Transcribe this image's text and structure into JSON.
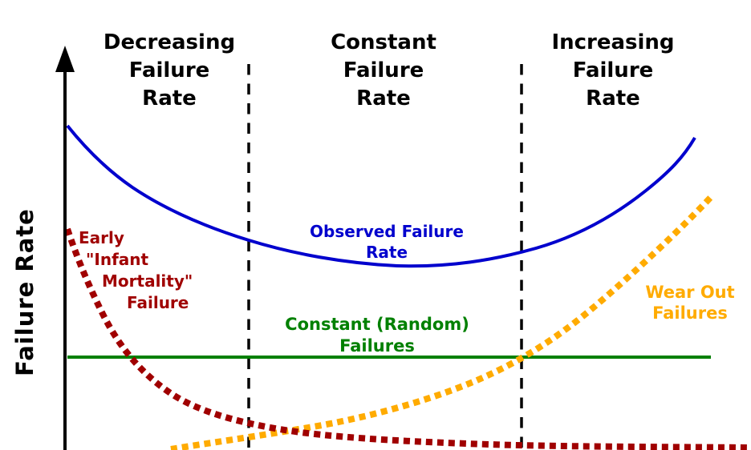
{
  "figure": {
    "y_axis_label": "Failure Rate",
    "regions": [
      {
        "lines": [
          "Decreasing",
          "Failure",
          "Rate"
        ]
      },
      {
        "lines": [
          "Constant",
          "Failure",
          "Rate"
        ]
      },
      {
        "lines": [
          "Increasing",
          "Failure",
          "Rate"
        ]
      }
    ],
    "labels": {
      "observed": {
        "lines": [
          "Observed Failure",
          "Rate"
        ]
      },
      "early": {
        "lines": [
          "Early",
          "\"Infant",
          "Mortality\"",
          "Failure"
        ]
      },
      "constant": {
        "lines": [
          "Constant (Random)",
          "Failures"
        ]
      },
      "wearout": {
        "lines": [
          "Wear Out",
          "Failures"
        ]
      }
    }
  },
  "colors": {
    "background": "#ffffff",
    "axis_black": "#000000",
    "divider_black": "#000000",
    "observed_blue": "#0000cd",
    "early_red": "#a00000",
    "constant_green": "#008000",
    "wearout_orange": "#ffab00"
  },
  "chart_data": {
    "type": "line",
    "title": "",
    "xlabel": "",
    "ylabel": "Failure Rate",
    "x_axis": {
      "min": 0,
      "max": 1,
      "ticks": [],
      "unit": "relative time (axis unlabeled)"
    },
    "y_axis": {
      "min": 0,
      "max": 1,
      "ticks": [],
      "unit": "relative failure rate (axis unlabeled)"
    },
    "grid": false,
    "legend_position": "inline-annotations",
    "regions": [
      "Decreasing Failure Rate",
      "Constant Failure Rate",
      "Increasing Failure Rate"
    ],
    "region_boundaries_x": [
      0.27,
      0.66
    ],
    "series": [
      {
        "name": "Observed Failure Rate",
        "color": "#0000cd",
        "style": "solid",
        "x": [
          0,
          0.1,
          0.2,
          0.29,
          0.39,
          0.48,
          0.57,
          0.66,
          0.76,
          0.85,
          0.92
        ],
        "y": [
          0.81,
          0.65,
          0.56,
          0.51,
          0.47,
          0.46,
          0.46,
          0.49,
          0.55,
          0.65,
          0.78
        ]
      },
      {
        "name": "Early \"Infant Mortality\" Failure",
        "color": "#a00000",
        "style": "dotted",
        "x": [
          0,
          0.05,
          0.1,
          0.15,
          0.27,
          0.34,
          0.49,
          0.66,
          1.0
        ],
        "y": [
          0.55,
          0.34,
          0.22,
          0.14,
          0.06,
          0.04,
          0.02,
          0.01,
          0.01
        ]
      },
      {
        "name": "Constant (Random) Failures",
        "color": "#008000",
        "style": "solid",
        "x": [
          0,
          0.94
        ],
        "y": [
          0.23,
          0.23
        ]
      },
      {
        "name": "Wear Out Failures",
        "color": "#ffab00",
        "style": "dotted",
        "x": [
          0.15,
          0.27,
          0.36,
          0.45,
          0.6,
          0.67,
          0.77,
          0.84,
          0.9,
          0.94
        ],
        "y": [
          0.0,
          0.03,
          0.06,
          0.09,
          0.17,
          0.23,
          0.36,
          0.45,
          0.55,
          0.63
        ]
      }
    ]
  }
}
